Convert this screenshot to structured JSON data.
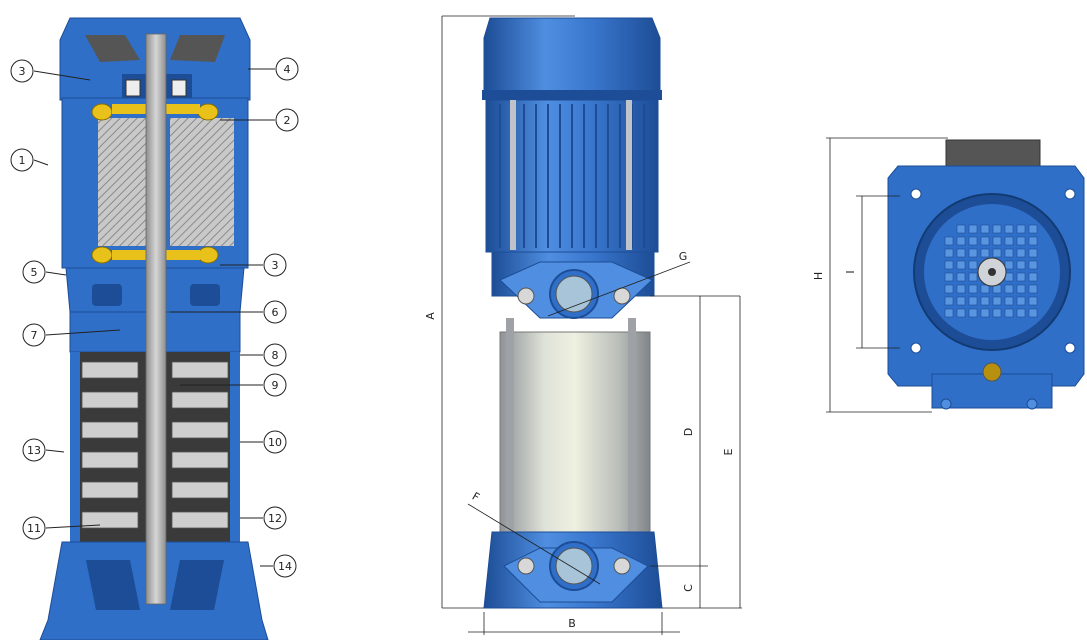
{
  "callouts": [
    {
      "id": "c1",
      "label": "1"
    },
    {
      "id": "c2",
      "label": "2"
    },
    {
      "id": "c3a",
      "label": "3"
    },
    {
      "id": "c3b",
      "label": "3"
    },
    {
      "id": "c4",
      "label": "4"
    },
    {
      "id": "c5",
      "label": "5"
    },
    {
      "id": "c6",
      "label": "6"
    },
    {
      "id": "c7",
      "label": "7"
    },
    {
      "id": "c8",
      "label": "8"
    },
    {
      "id": "c9",
      "label": "9"
    },
    {
      "id": "c10",
      "label": "10"
    },
    {
      "id": "c11",
      "label": "11"
    },
    {
      "id": "c12",
      "label": "12"
    },
    {
      "id": "c13",
      "label": "13"
    },
    {
      "id": "c14",
      "label": "14"
    }
  ],
  "dimensions": {
    "A": "A",
    "B": "B",
    "C": "C",
    "D": "D",
    "E": "E",
    "F": "F",
    "G": "G",
    "H": "H",
    "I": "I"
  },
  "colors": {
    "pump_blue": "#2f6fc8",
    "pump_blue_light": "#5a95e0",
    "pump_blue_dark": "#1d4d96",
    "steel": "#b9bcbf",
    "hatch": "#9a9a9a",
    "winding": "#e8c21a",
    "line": "#222222"
  }
}
